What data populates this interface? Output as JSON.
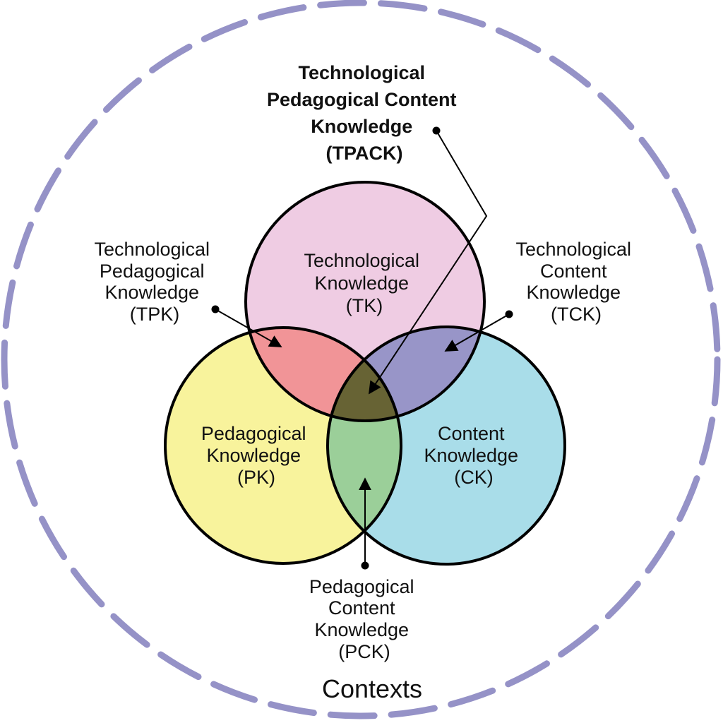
{
  "title": {
    "lines": [
      "Technological",
      "Pedagogical Content",
      "Knowledge",
      "(TPACK)"
    ]
  },
  "context_label": "Contexts",
  "circles": {
    "tk": {
      "lines": [
        "Technological",
        "Knowledge",
        "(TK)"
      ],
      "color": "#efcce3"
    },
    "pk": {
      "lines": [
        "Pedagogical",
        "Knowledge",
        "(PK)"
      ],
      "color": "#f8f39c"
    },
    "ck": {
      "lines": [
        "Content",
        "Knowledge",
        "(CK)"
      ],
      "color": "#a9dde9"
    }
  },
  "intersections": {
    "tpk": {
      "lines": [
        "Technological",
        "Pedagogical",
        "Knowledge",
        "(TPK)"
      ],
      "color": "#f19497"
    },
    "tck": {
      "lines": [
        "Technological",
        "Content",
        "Knowledge",
        "(TCK)"
      ],
      "color": "#9895c8"
    },
    "pck": {
      "lines": [
        "Pedagogical",
        "Content",
        "Knowledge",
        "(PCK)"
      ],
      "color": "#9bcf99"
    },
    "tpack": {
      "color": "#676334"
    }
  },
  "context_ring_color": "#9592c7"
}
